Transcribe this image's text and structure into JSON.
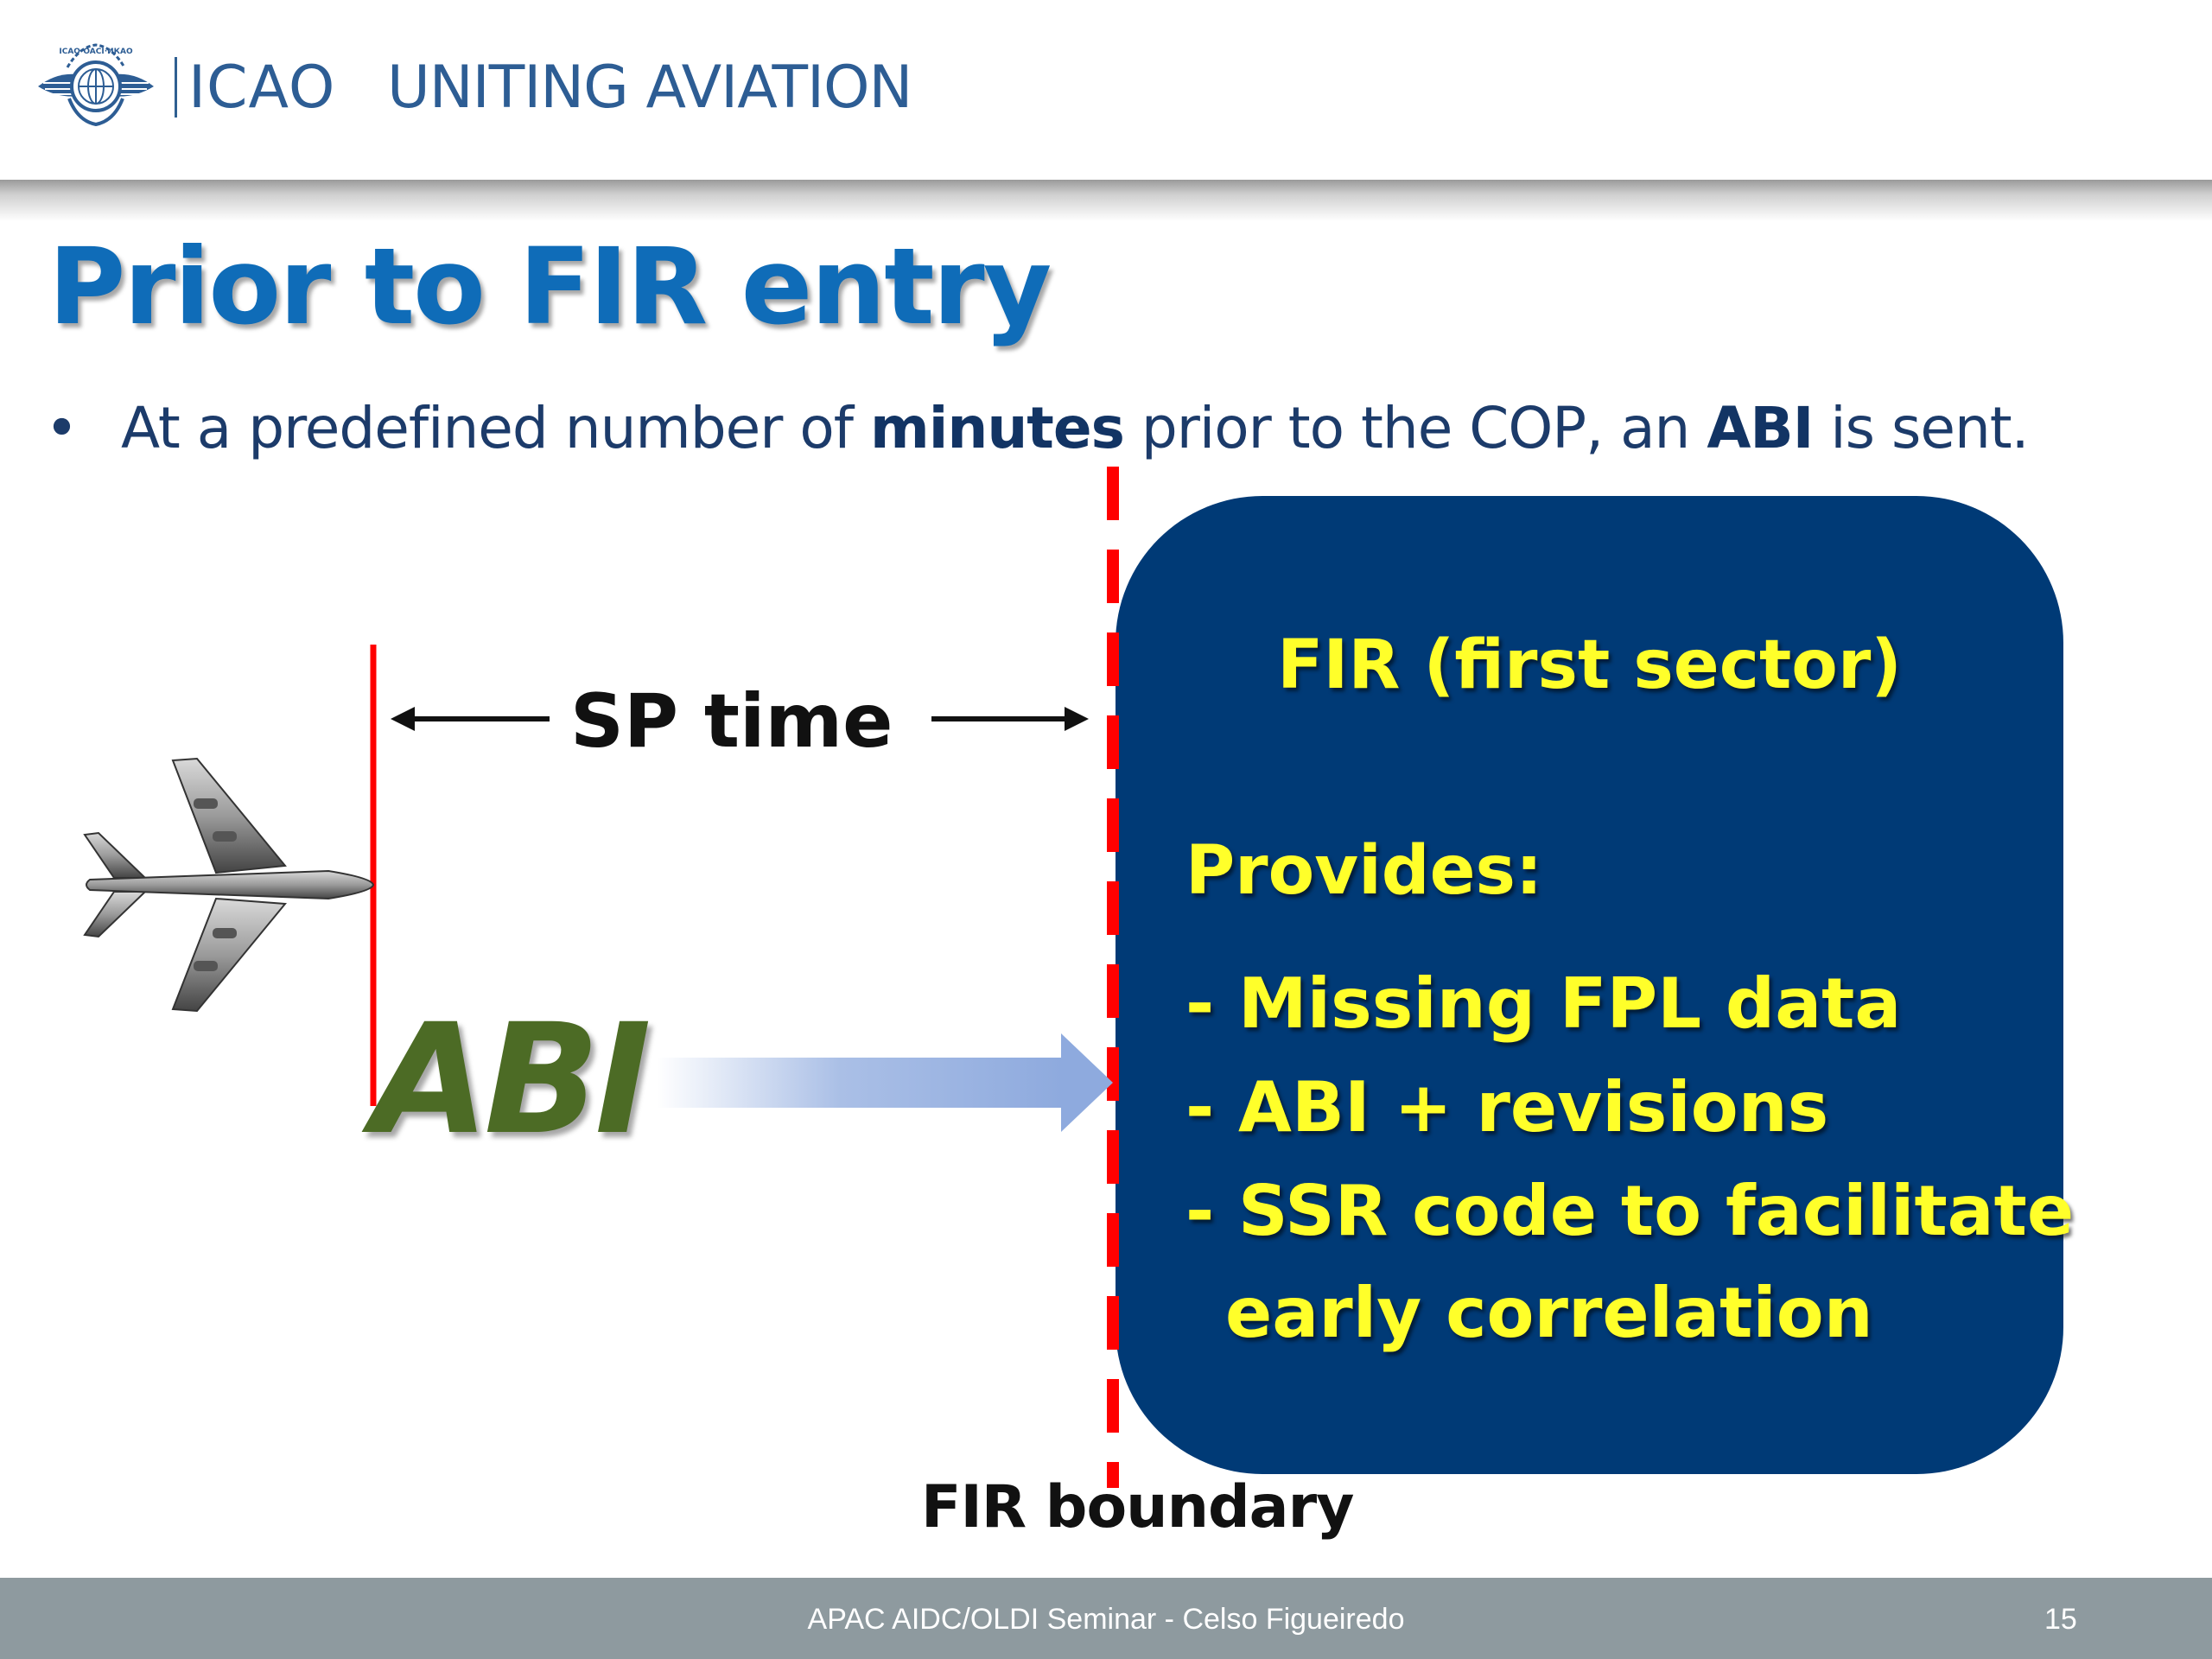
{
  "header": {
    "logo_alt": "ICAO · OACI · ИКАО",
    "brand": "ICAO",
    "slogan": "UNITING AVIATION"
  },
  "slide": {
    "title": "Prior to FIR entry",
    "bullet": {
      "dot": "•",
      "parts": [
        "At a predefined number of ",
        "minutes",
        " prior to the COP, an ",
        "ABI",
        " is sent."
      ]
    }
  },
  "diagram": {
    "sp_time": "SP time",
    "abi": "ABI",
    "fir_boundary": "FIR boundary",
    "fir_box": {
      "title": "FIR (first sector)",
      "provides": "Provides:",
      "items": [
        "- Missing FPL data",
        "- ABI + revisions",
        "- SSR code to facilitate",
        "early correlation"
      ]
    },
    "colors": {
      "box": "#003a76",
      "box_text": "#ffff2a",
      "boundary_line": "#ff0000",
      "abi_text": "#4c6b25",
      "abi_arrow": "#8eaade"
    }
  },
  "footer": {
    "text": "APAC AIDC/OLDI Seminar - Celso Figueiredo",
    "page": "15"
  }
}
